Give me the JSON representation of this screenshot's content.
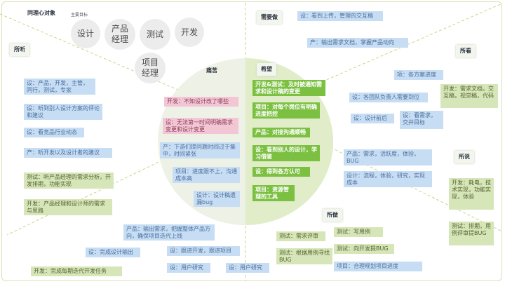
{
  "persona": {
    "title": "同理心对象",
    "subtitle": "主要目标",
    "roles": [
      "设计",
      "产品\n经理",
      "测试",
      "开发",
      "项目\n经理"
    ]
  },
  "center": {
    "pain_title": "痛苦",
    "pain_items": [
      "开发：不知设计改了哪些",
      "设：无法第一时间明确需求变更和设计变更",
      "产：下游们提问题时间过于集中，时间紧张",
      "项目：进度跟不上，沟通成本高",
      "设计：设计稿遗漏bug"
    ],
    "hope_title": "希望",
    "hope_items": [
      "开发&测试：及时被通知需求和设计稿的变更",
      "项目：对每个岗位有明确进度把控",
      "产品：对接沟通顺畅",
      "设：看到别人的设计，学习借鉴",
      "设：得到各方认可",
      "项目：资源管理的工具"
    ]
  },
  "quadrants": {
    "listen": {
      "title": "所听",
      "items": [
        "设：产品，开发，主管，同行，测试，专家",
        "设：听到别人设计方案的评论和建议",
        "设：看竞品行业动态",
        "产：听开发以及设计者的建议",
        "测试：听产品经理的需求分析，开发排期，功能实现",
        "开发：产品经理和设计师的需求与思路"
      ]
    },
    "think": {
      "title": "需要做",
      "items": [
        "设：看到上传，管理的交互稿",
        "产：输出需求文档，掌握产品动向"
      ]
    },
    "see": {
      "title": "所看",
      "items": [
        "项：各方案进度",
        "设：各团队负责人需要到位",
        "设：设计前后",
        "设：看需求，交并目标",
        "开发：需求文档，交互稿，视觉稿，代码"
      ]
    },
    "say": {
      "title": "所说",
      "items": [
        "产品：需求，活跃度，体验，BUG",
        "设计：流程，体验，研究，实现成本",
        "开发：耗电，技术实现，功能实现，体验",
        "测试：排期，用例评审提BUG"
      ]
    },
    "do_right": {
      "title": "所做",
      "items": [
        "测试：需求评审",
        "测试：写用例",
        "测试：根据用例寻找BUG",
        "测试：向开发提BUG",
        "项目：合理规划项目进度"
      ]
    },
    "do_left": {
      "items": [
        "产品：输出需求，把握整体产品方向，确保项目迭代上线",
        "设：完成设计输出",
        "设：跟进开发，跟进项目",
        "设：用户研究",
        "设：用户研究",
        "开发：完成每期迭代开发任务"
      ]
    }
  }
}
